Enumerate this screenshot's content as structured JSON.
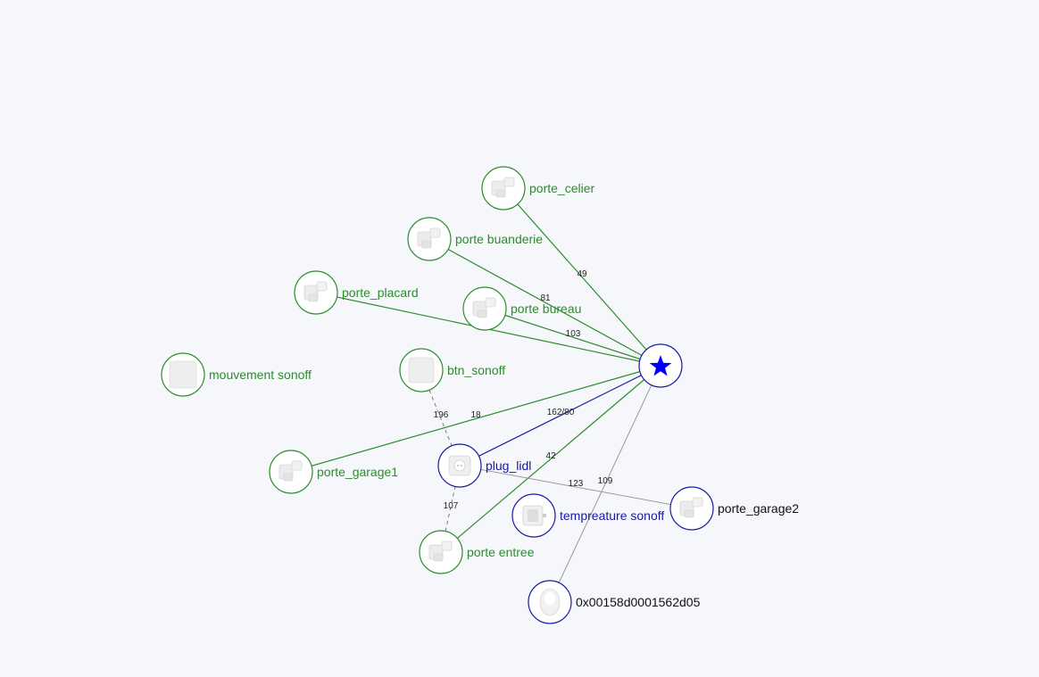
{
  "colors": {
    "background": "#f5f7fa",
    "router": "#1a1aa0",
    "end_device": "#2e8b2e",
    "star": "#0000ff",
    "neutral_edge": "#9a9a9a",
    "neutral_label": "#111111"
  },
  "coordinator": {
    "icon": "star-icon"
  },
  "nodes": [
    {
      "id": "porte_celier",
      "label": "porte_celier",
      "role": "end_device",
      "icon": "door-sensor-icon"
    },
    {
      "id": "porte_buanderie",
      "label": "porte buanderie",
      "role": "end_device",
      "icon": "door-sensor-icon"
    },
    {
      "id": "porte_placard",
      "label": "porte_placard",
      "role": "end_device",
      "icon": "door-sensor-icon"
    },
    {
      "id": "porte_bureau",
      "label": "porte bureau",
      "role": "end_device",
      "icon": "door-sensor-icon"
    },
    {
      "id": "mouvement_sonoff",
      "label": "mouvement sonoff",
      "role": "end_device",
      "icon": "motion-sensor-icon"
    },
    {
      "id": "btn_sonoff",
      "label": "btn_sonoff",
      "role": "end_device",
      "icon": "button-icon"
    },
    {
      "id": "porte_garage1",
      "label": "porte_garage1",
      "role": "end_device",
      "icon": "door-sensor-icon"
    },
    {
      "id": "plug_lidl",
      "label": "plug_lidl",
      "role": "router",
      "icon": "smart-plug-icon"
    },
    {
      "id": "tempreature_sonoff",
      "label": "tempreature sonoff",
      "role": "router",
      "icon": "temperature-sensor-icon"
    },
    {
      "id": "porte_garage2",
      "label": "porte_garage2",
      "role": "neutral",
      "icon": "door-sensor-icon"
    },
    {
      "id": "porte_entree",
      "label": "porte entree",
      "role": "end_device",
      "icon": "door-sensor-icon"
    },
    {
      "id": "device_0x00158d0001562d05",
      "label": "0x00158d0001562d05",
      "role": "neutral",
      "icon": "sensor-pod-icon"
    }
  ],
  "edges": [
    {
      "from": "porte_celier",
      "to": "coordinator",
      "label": "49",
      "kind": "end_device"
    },
    {
      "from": "porte_buanderie",
      "to": "coordinator",
      "label": "81",
      "kind": "end_device"
    },
    {
      "from": "porte_placard",
      "to": "coordinator",
      "label": "",
      "kind": "end_device"
    },
    {
      "from": "porte_bureau",
      "to": "coordinator",
      "label": "103",
      "kind": "end_device"
    },
    {
      "from": "porte_garage1",
      "to": "coordinator",
      "label": "18",
      "kind": "end_device"
    },
    {
      "from": "plug_lidl",
      "to": "coordinator",
      "label": "162/80",
      "kind": "router"
    },
    {
      "from": "porte_entree",
      "to": "coordinator",
      "label": "42",
      "kind": "end_device"
    },
    {
      "from": "device_0x00158d0001562d05",
      "to": "coordinator",
      "label": "109",
      "kind": "neutral"
    },
    {
      "from": "plug_lidl",
      "to": "porte_garage2",
      "label": "123",
      "kind": "neutral"
    },
    {
      "from": "btn_sonoff",
      "to": "plug_lidl",
      "label": "196",
      "kind": "dashed"
    },
    {
      "from": "porte_entree",
      "to": "plug_lidl",
      "label": "107",
      "kind": "dashed"
    }
  ]
}
